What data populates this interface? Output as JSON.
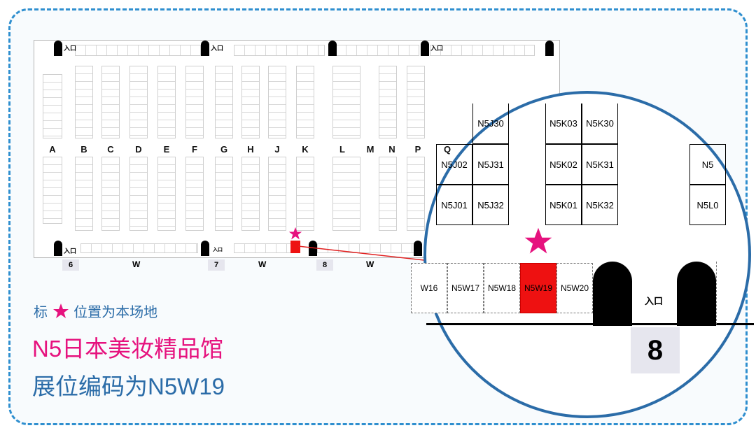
{
  "map": {
    "entrance_label": "入口",
    "row_letters": [
      "A",
      "B",
      "C",
      "D",
      "E",
      "F",
      "G",
      "H",
      "J",
      "K",
      "L",
      "M",
      "N",
      "P",
      "Q"
    ],
    "bottom_gate_numbers": [
      "6",
      "7",
      "8"
    ],
    "w_row_label": "W",
    "highlight_booth": "N5W19"
  },
  "zoom": {
    "top_cells": [
      "N5J30",
      "N5K03",
      "N5K30"
    ],
    "mid_cells": [
      "N5J02",
      "N5J31",
      "N5K02",
      "N5K31",
      "N5"
    ],
    "low_cells": [
      "N5J01",
      "N5J32",
      "N5K01",
      "N5K32",
      "N5L0"
    ],
    "w_cells": [
      "W16",
      "N5W17",
      "N5W18",
      "N5W19",
      "N5W20"
    ],
    "entrance_label": "入口",
    "gate_number": "8",
    "highlight_color": "#ee1111",
    "star_color": "#e6127e"
  },
  "legend": {
    "prefix": "标",
    "suffix": "位置为本场地"
  },
  "title_line1": "N5日本美妆精品馆",
  "title_line2": "展位编码为N5W19",
  "colors": {
    "frame": "#2f8fcf",
    "pink": "#e6127e",
    "blue": "#2b6ca8"
  }
}
